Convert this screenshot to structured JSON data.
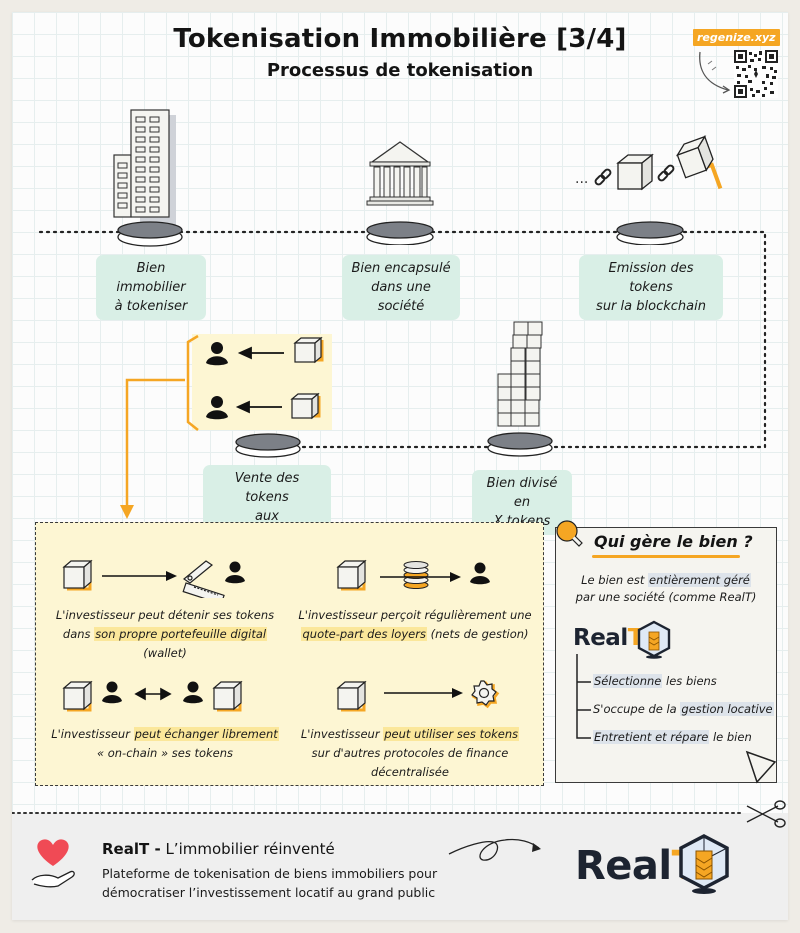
{
  "header": {
    "title": "Tokenisation Immobilière [3/4]",
    "subtitle": "Processus de tokenisation",
    "badge": "regenize.xyz",
    "qr_icon": "qr-code-icon"
  },
  "flow": {
    "steps": [
      {
        "id": "step-1",
        "label_line1": "Bien immobilier",
        "label_line2": "à tokeniser",
        "icon": "buildings-icon"
      },
      {
        "id": "step-2",
        "label_line1": "Bien encapsulé",
        "label_line2": "dans une société",
        "icon": "institution-icon"
      },
      {
        "id": "step-3",
        "label_line1": "Emission des tokens",
        "label_line2": "sur la blockchain",
        "icon": "blockchain-icon",
        "prefix": "..."
      },
      {
        "id": "step-4",
        "label_line1": "Bien divisé en",
        "label_line2": "X tokens",
        "icon": "token-stack-icon"
      },
      {
        "id": "step-5",
        "label_line1": "Vente des tokens",
        "label_line2": "aux investisseurs",
        "icon": "investor-token-icon"
      }
    ]
  },
  "benefits": [
    {
      "icon": "wallet-icon",
      "line1_pre": "L'investisseur peut détenir ses tokens",
      "line2_pre": "dans ",
      "line2_hl": "son propre portefeuille digital",
      "line2_post": " (wallet)"
    },
    {
      "icon": "coins-icon",
      "line1_pre": "L'investisseur perçoit régulièrement une",
      "line2_hl": "quote-part des loyers",
      "line2_post": " (nets de gestion)"
    },
    {
      "icon": "exchange-icon",
      "line1_pre": "L'investisseur ",
      "line1_hl": "peut échanger librement",
      "line2_post": "« on-chain » ses tokens"
    },
    {
      "icon": "gear-icon",
      "line1_pre": "L'investisseur ",
      "line1_hl": "peut utiliser ses tokens",
      "line2_post": "sur d'autres protocoles de finance décentralisée"
    }
  ],
  "manager": {
    "title": "Qui gère le bien ?",
    "text_pre": "Le bien est ",
    "text_hl": "entièrement géré",
    "text_line2": "par une société (comme RealT)",
    "logo_main": "Real",
    "logo_t": "T",
    "items": [
      {
        "hl": "Sélectionne",
        "rest": " les biens"
      },
      {
        "pre": "S'occupe de la ",
        "hl": "gestion locative"
      },
      {
        "hl": "Entretient et répare",
        "rest": " le bien"
      }
    ]
  },
  "footer": {
    "brand": "RealT -",
    "tagline": " L’immobilier réinventé",
    "desc_line1": "Plateforme de tokenisation de biens immobiliers pour",
    "desc_line2": "démocratiser l’investissement locatif au grand public",
    "logo_main": "Real",
    "logo_t": "T"
  },
  "colors": {
    "accent_orange": "#f5a623",
    "label_green": "#d9efe6",
    "panel_yellow": "#fdf6d3",
    "text_dark": "#1b1b1b"
  }
}
